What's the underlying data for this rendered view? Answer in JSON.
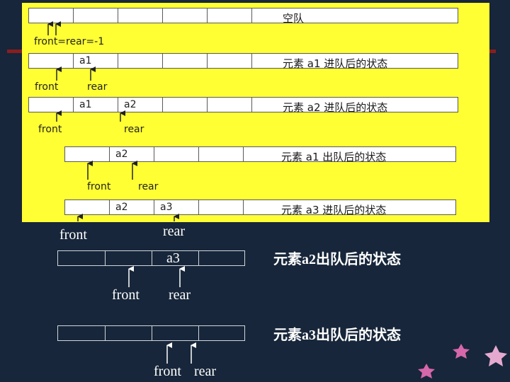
{
  "upper_rows": [
    {
      "cells": [
        "",
        "",
        "",
        ""
      ],
      "caption": "空队"
    },
    {
      "cells": [
        "a1",
        "",
        "",
        ""
      ],
      "caption": "元素 a1 进队后的状态"
    },
    {
      "cells": [
        "a1",
        "a2",
        "",
        ""
      ],
      "caption": "元素 a2 进队后的状态"
    },
    {
      "cells": [
        "",
        "a2",
        "",
        ""
      ],
      "caption": "元素 a1 出队后的状态"
    },
    {
      "cells": [
        "",
        "a2",
        "a3",
        ""
      ],
      "caption": "元素 a3 进队后的状态"
    }
  ],
  "upper_pointers": {
    "empty": "front=rear=-1",
    "row2_front": "front",
    "row2_rear": "rear",
    "row3_front": "front",
    "row3_rear": "rear",
    "row4_front": "front",
    "row4_rear": "rear"
  },
  "lower": {
    "row1_front": "front",
    "row1_rear": "rear",
    "state1_cells": [
      "",
      "",
      "a3",
      ""
    ],
    "state1_caption": "元素a2出队后的状态",
    "state1_front": "front",
    "state1_rear": "rear",
    "state2_cells": [
      "",
      "",
      "",
      ""
    ],
    "state2_caption": "元素a3出队后的状态",
    "state2_front": "front",
    "state2_rear": "rear"
  },
  "colors": {
    "background": "#17263a",
    "panel": "#ffff33",
    "accent_line": "#8a1e1e",
    "star": "#e06ab0"
  }
}
